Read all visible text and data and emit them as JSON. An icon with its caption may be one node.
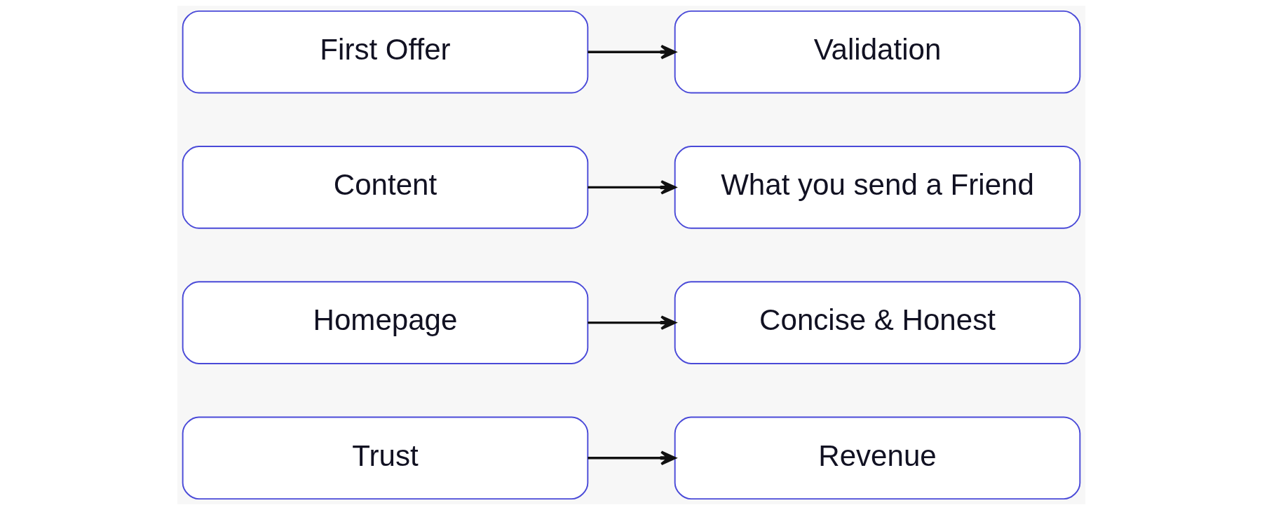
{
  "diagram": {
    "nodes": [
      {
        "text": [
          "Trust"
        ]
      },
      {
        "text": [
          "Revenue"
        ]
      },
      {
        "text": [
          "Homepage"
        ]
      },
      {
        "text": [
          "Concise & Honest"
        ]
      },
      {
        "text": [
          "Content"
        ]
      },
      {
        "text": [
          "What you send a Friend"
        ]
      },
      {
        "text": [
          "First Offer"
        ]
      },
      {
        "text": [
          "Validation"
        ]
      }
    ],
    "edges": [
      {
        "from": 0,
        "to": 1,
        "arrow": "to"
      },
      {
        "from": 2,
        "to": 3,
        "arrow": "to"
      },
      {
        "from": 4,
        "to": 5,
        "arrow": "to"
      },
      {
        "from": 6,
        "to": 7,
        "arrow": "to"
      }
    ]
  }
}
